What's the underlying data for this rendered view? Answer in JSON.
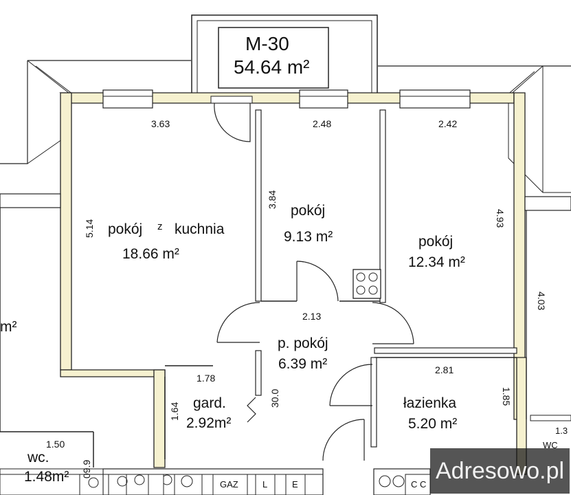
{
  "apartment": {
    "code": "M-30",
    "total_area": "54.64 m²"
  },
  "rooms": {
    "living_kitchen": {
      "label_a": "pokój",
      "label_z": "z",
      "label_b": "kuchnia",
      "area": "18.66 m²"
    },
    "room_mid": {
      "label": "pokój",
      "area": "9.13 m²"
    },
    "room_right": {
      "label": "pokój",
      "area": "12.34 m²"
    },
    "hall": {
      "label": "p. pokój",
      "area": "6.39 m²"
    },
    "wardrobe": {
      "label": "gard.",
      "area": "2.92m²"
    },
    "bathroom": {
      "label": "łazienka",
      "area": "5.20 m²"
    },
    "wc_left": {
      "label": "wc.",
      "area": "1.48m²"
    },
    "neighbor_left": {
      "label": "m²"
    }
  },
  "dimensions": {
    "d_363": "3.63",
    "d_248": "2.48",
    "d_242": "2.42",
    "d_514": "5.14",
    "d_384": "3.84",
    "d_493": "4.93",
    "d_403": "4.03",
    "d_213": "2.13",
    "d_281": "2.81",
    "d_185": "1.85",
    "d_178": "1.78",
    "d_164": "1.64",
    "d_300": "30.0",
    "d_150": "1.50",
    "d_099": "09.9",
    "d_13": "1.3"
  },
  "fixtures": {
    "gas": "GAZ",
    "e": "E",
    "l": "L",
    "c": "C C",
    "wc_right": "WC"
  },
  "watermark": "Adresowo.pl"
}
